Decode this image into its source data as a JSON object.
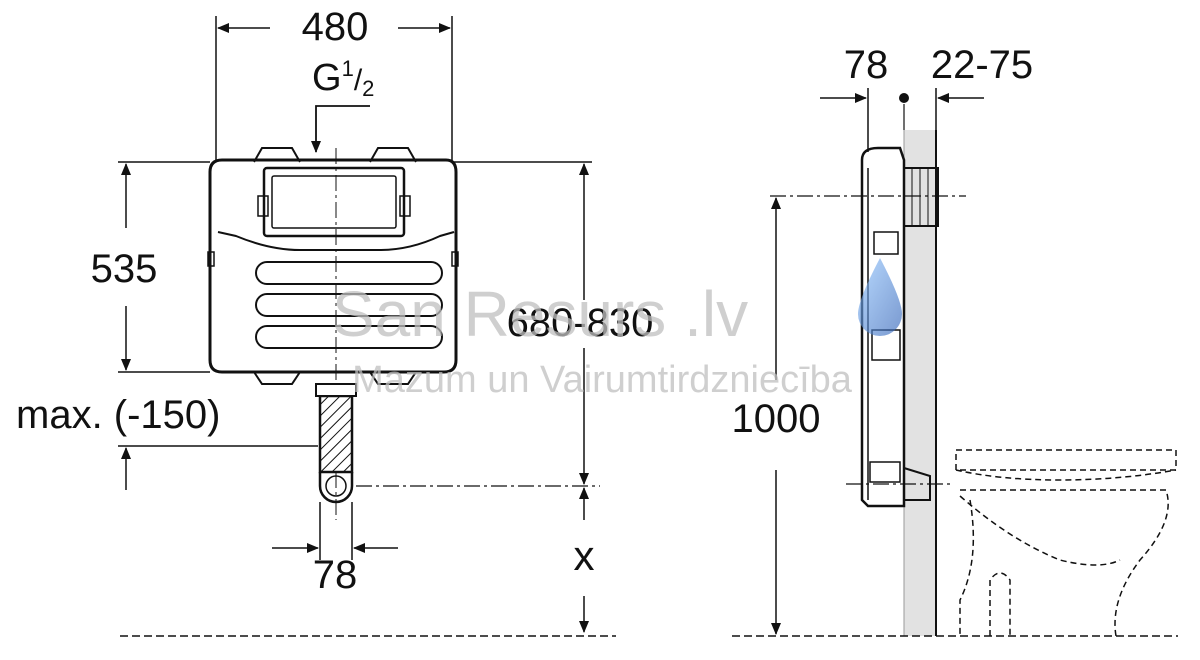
{
  "front_view": {
    "width_label": "480",
    "inlet_label": "G",
    "inlet_sup": "1",
    "inlet_sub": "2",
    "tank_height_label": "535",
    "install_height_label": "680-830",
    "max_label": "max. (-150)",
    "pipe_width_label": "78",
    "floor_offset_label": "x"
  },
  "side_view": {
    "depth_label": "78",
    "wall_gap_label": "22-75",
    "height_label": "1000"
  },
  "watermark": {
    "brand": "San Resurs .lv",
    "tagline": "Mazum un Vairumtirdzniecība"
  },
  "colors": {
    "line": "#111111",
    "wall": "#e2e2e2",
    "watermark": "#bfbfbf",
    "drop_blue": "#3b79c9"
  }
}
